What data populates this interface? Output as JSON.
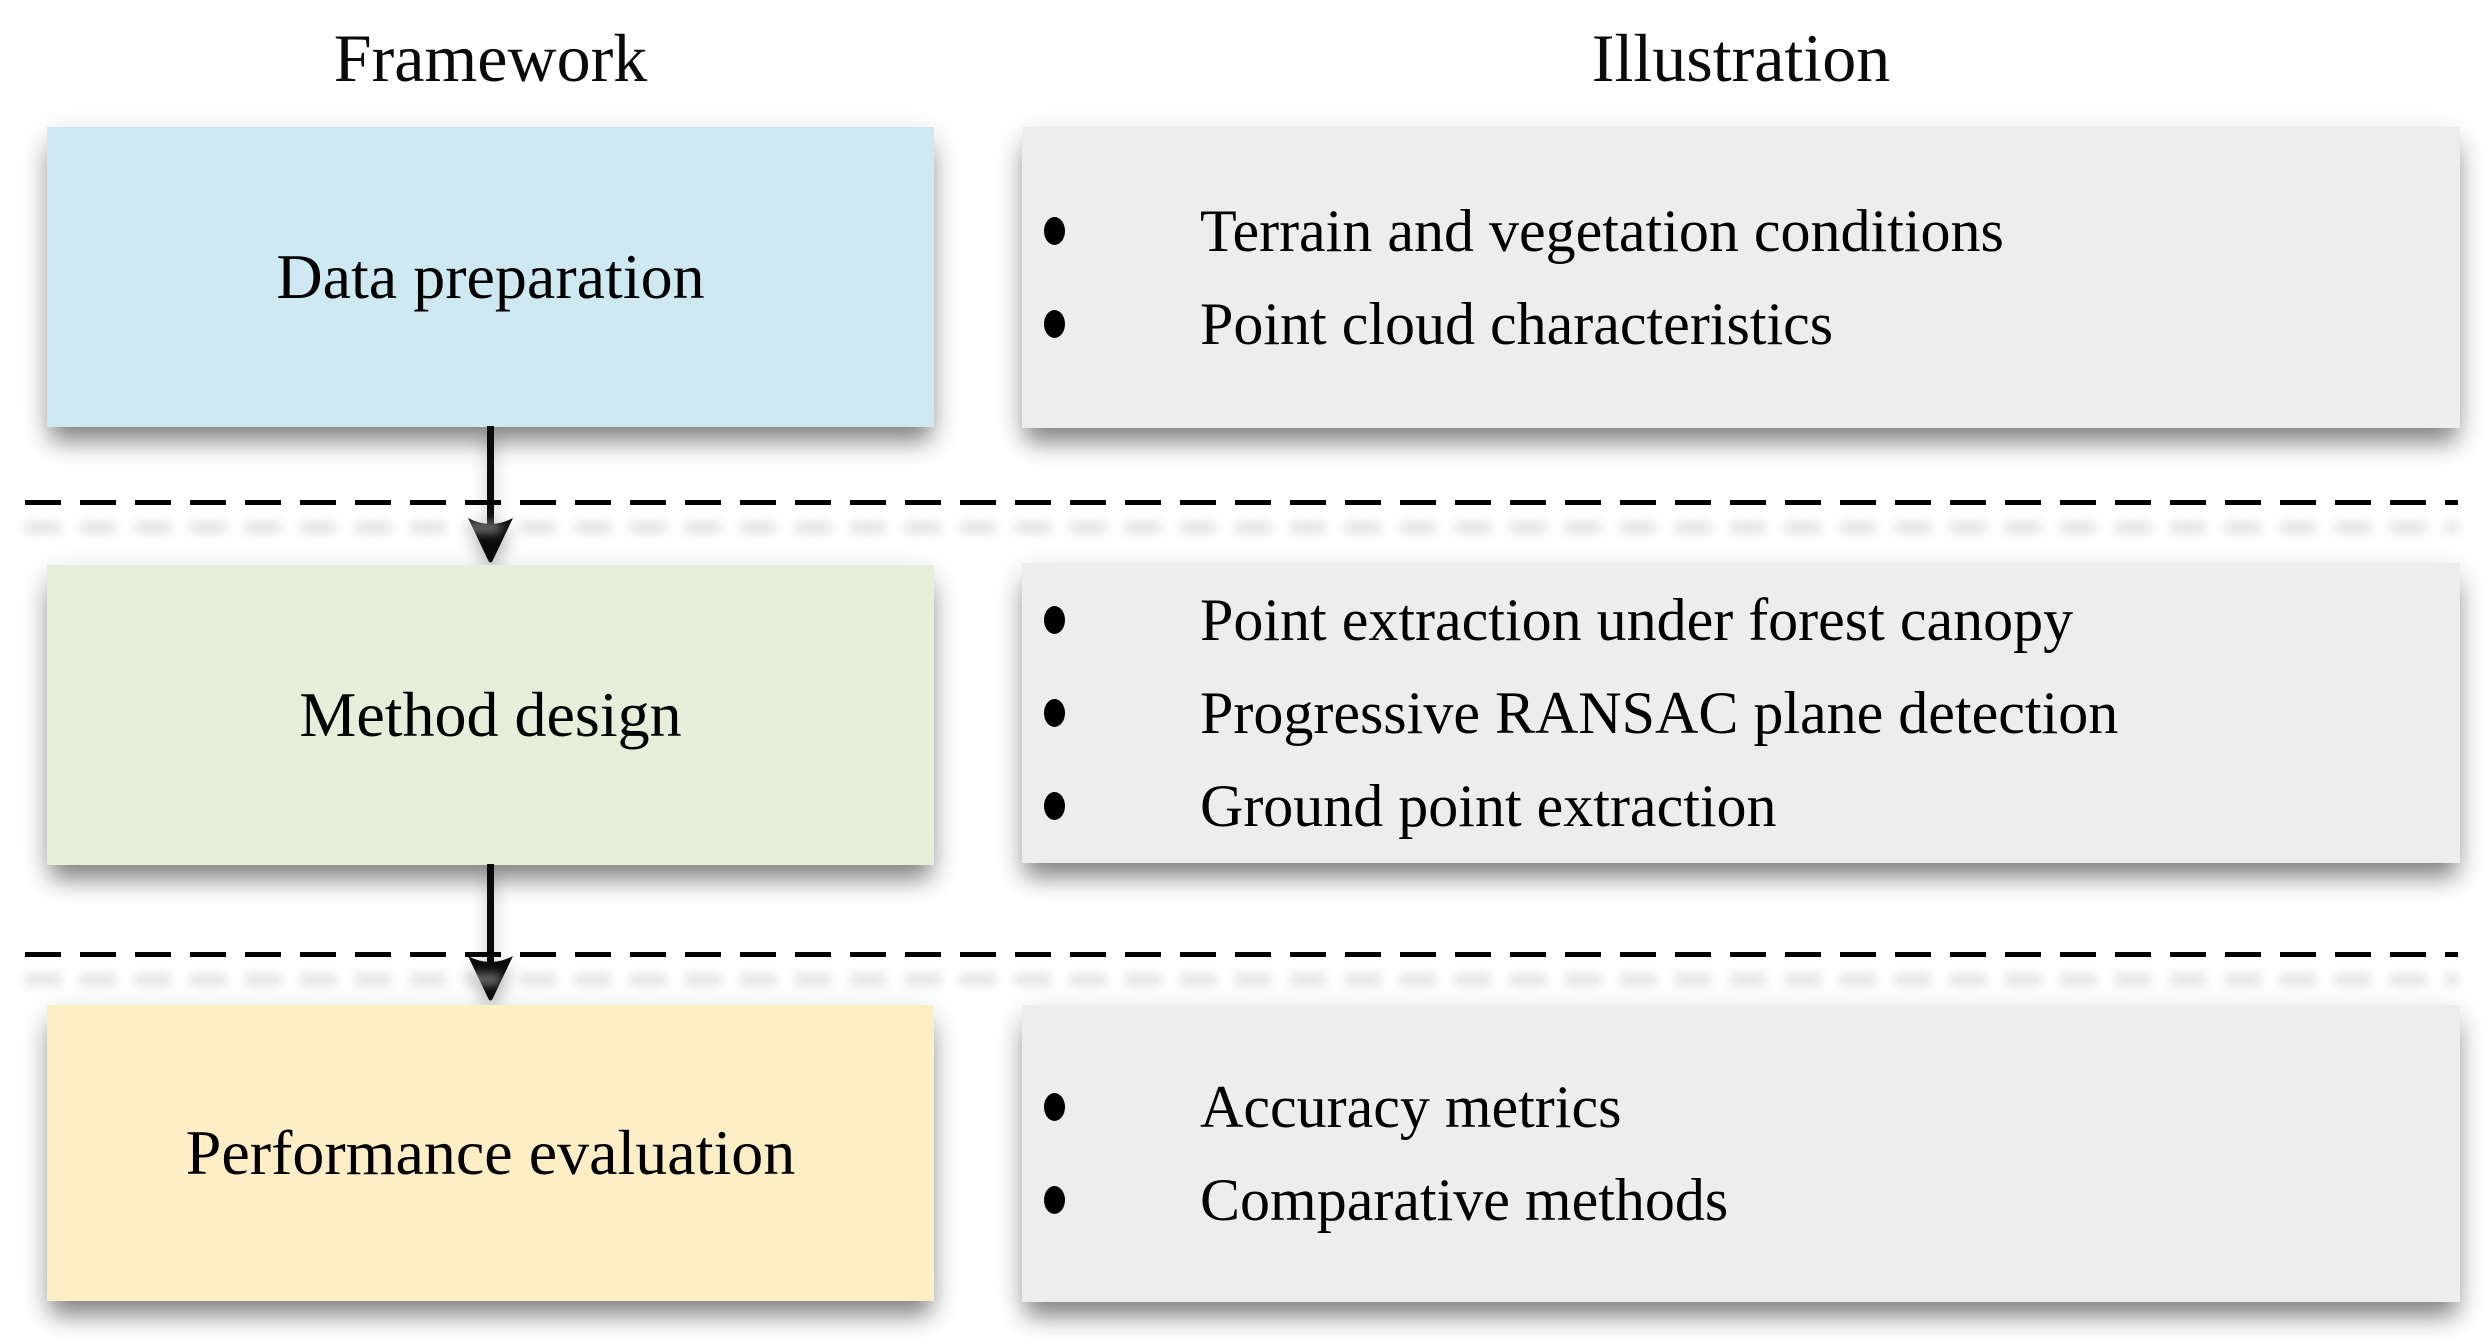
{
  "header": {
    "framework_label": "Framework",
    "illustration_label": "Illustration"
  },
  "rows": [
    {
      "stage": {
        "label": "Data preparation",
        "color": "#cfe9f2"
      },
      "items": [
        "Terrain and vegetation conditions",
        "Point cloud characteristics"
      ]
    },
    {
      "stage": {
        "label": "Method design",
        "color": "#e5efda"
      },
      "items": [
        "Point extraction under forest canopy",
        "Progressive RANSAC plane detection",
        "Ground point extraction"
      ]
    },
    {
      "stage": {
        "label": "Performance evaluation",
        "color": "#fdeec6"
      },
      "items": [
        "Accuracy metrics",
        "Comparative methods"
      ]
    }
  ],
  "palette": {
    "panel_gray": "#ededee",
    "arrow_black": "#0a0a0a",
    "text": "#000000",
    "background": "#ffffff"
  }
}
